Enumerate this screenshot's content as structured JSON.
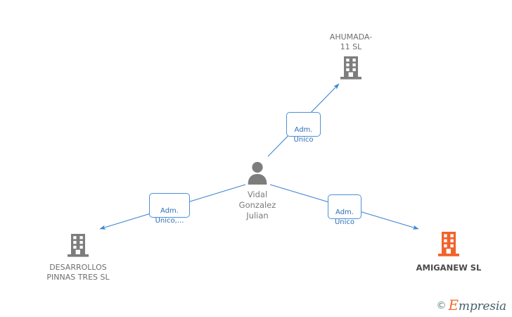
{
  "diagram": {
    "type": "relationship-graph",
    "background": "#ffffff",
    "accent_edge_color": "#4a90d9",
    "focus_color": "#f2622c",
    "neutral_color": "#7d7d7d"
  },
  "center_node": {
    "id": "person",
    "icon": "person-icon",
    "icon_color": "#7d7d7d",
    "label": "Vidal\nGonzalez\nJulian"
  },
  "company_nodes": [
    {
      "id": "ahumada",
      "icon": "building-icon",
      "icon_color": "#7d7d7d",
      "label": "AHUMADA-\n11 SL",
      "focus": false
    },
    {
      "id": "desarrollos",
      "icon": "building-icon",
      "icon_color": "#7d7d7d",
      "label": "DESARROLLOS\nPINNAS TRES SL",
      "focus": false
    },
    {
      "id": "amiganew",
      "icon": "building-icon",
      "icon_color": "#f2622c",
      "label": "AMIGANEW SL",
      "focus": true
    }
  ],
  "edges": [
    {
      "id": "edge-ahumada",
      "from": "person",
      "to": "ahumada",
      "label": "Adm.\nUnico"
    },
    {
      "id": "edge-desarrollos",
      "from": "person",
      "to": "desarrollos",
      "label": "Adm.\nUnico,..."
    },
    {
      "id": "edge-amiganew",
      "from": "person",
      "to": "amiganew",
      "label": "Adm.\nUnico"
    }
  ],
  "watermark": {
    "copyright": "©",
    "brand_initial": "E",
    "brand_rest": "mpresia"
  }
}
